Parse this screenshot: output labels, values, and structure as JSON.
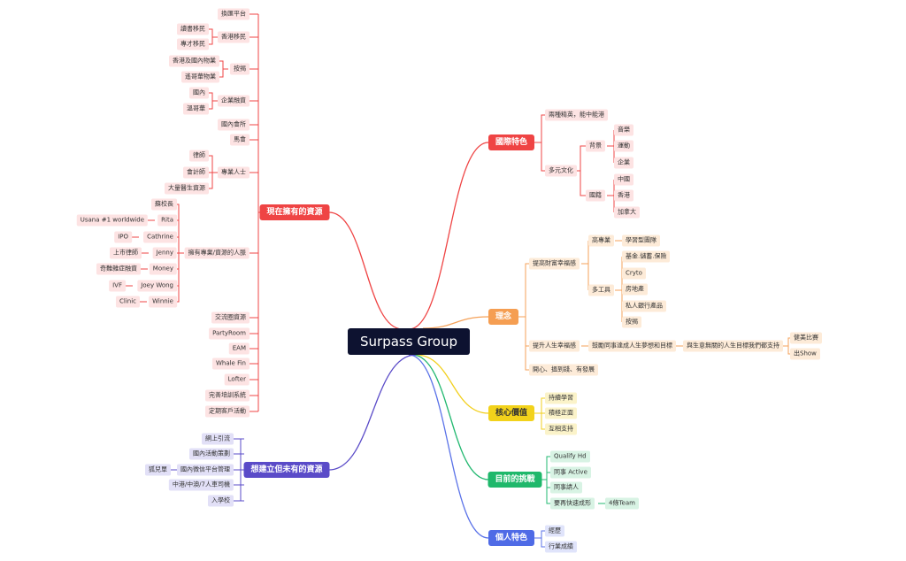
{
  "root": "Surpass Group",
  "colors": {
    "red": {
      "main": "#ef4444",
      "line": "#ef4444",
      "leaf": "#fde3e3"
    },
    "orange": {
      "main": "#f59e52",
      "line": "#f5a25a",
      "leaf": "#fdebd8"
    },
    "yellow": {
      "main": "#f2d21b",
      "line": "#f2cf1d",
      "leaf": "#fbf3c9"
    },
    "green": {
      "main": "#1fb86b",
      "line": "#22b870",
      "leaf": "#d8f3e4"
    },
    "blue": {
      "main": "#4f6be6",
      "line": "#5a72e8",
      "leaf": "#e0e4fb"
    },
    "indigo": {
      "main": "#5a4bc8",
      "line": "#5a4bc8",
      "leaf": "#e2e0f7"
    }
  },
  "branches": {
    "intl": {
      "label": "國際特色",
      "children": {
        "c1": "兩種精英，能中能港",
        "c2": "多元文化",
        "bg": "背景",
        "nat": "國籍",
        "music": "音樂",
        "sport": "運動",
        "biz": "企業",
        "cn": "中國",
        "hk": "香港",
        "ca": "加拿大"
      }
    },
    "idea": {
      "label": "理念",
      "children": {
        "wealth": "提高財富幸福感",
        "high": "高專業",
        "learn": "學習型團隊",
        "tools": "多工具",
        "fund": "基金.儲蓄.保險",
        "crypto": "Cryto",
        "estate": "房地產",
        "private": "私人銀行產品",
        "mort": "按揭",
        "life": "提升人生幸福感",
        "encourage": "鼓勵同事達成人生夢想和目標",
        "support": "與生意無關的人生目標我們都支持",
        "race": "健美比賽",
        "show": "出Show",
        "happy": "開心、搵到錢、有發展"
      }
    },
    "core": {
      "label": "核心價值",
      "children": {
        "a": "持續學習",
        "b": "積極正面",
        "c": "互相支持"
      }
    },
    "chal": {
      "label": "目前的挑戰",
      "children": {
        "a": "Qualify Hd",
        "b": "同事 Active",
        "c": "同事請人",
        "d": "要再快速成形",
        "e": "4條Team"
      }
    },
    "personal": {
      "label": "個人特色",
      "children": {
        "a": "經歷",
        "b": "行業成績"
      }
    },
    "have": {
      "label": "現在擁有的資源",
      "children": {
        "exchange": "換匯平台",
        "hkimm": "香港移民",
        "study": "讀書移民",
        "talent": "專才移民",
        "mortgage": "按揭",
        "hkprop": "香港及國內物業",
        "farprop": "遙哥華物業",
        "financing": "企業融資",
        "domestic": "國內",
        "far": "溫哥華",
        "club": "國內會所",
        "horse": "馬會",
        "pro": "專業人士",
        "lawyer": "律師",
        "acct": "會計師",
        "doctor": "大量醫生資源",
        "network": "擁有專業/資源的人脈",
        "su": "蘇校長",
        "rita": "Rita",
        "usana": "Usana #1 worldwide",
        "cathrine": "Cathrine",
        "ipo": "IPO",
        "jenny": "Jenny",
        "listlaw": "上市律師",
        "money": "Money",
        "rare": "奇難雜症融資",
        "joey": "Joey Wong",
        "ivf": "IVF",
        "winnie": "Winnie",
        "clinic": "Clinic",
        "circle": "交流圈資源",
        "party": "PartyRoom",
        "eam": "EAM",
        "whale": "Whale Fin",
        "lofter": "Lofter",
        "train": "完善培訓系統",
        "event": "定期客戶活動"
      }
    },
    "want": {
      "label": "想建立但未有的資源",
      "children": {
        "online": "網上引流",
        "activity": "國內活動策劃",
        "wechat": "國內微信平台管理",
        "fox": "狐兒單",
        "agency": "中港/中澳/7人車司機",
        "school": "入學校"
      }
    }
  }
}
